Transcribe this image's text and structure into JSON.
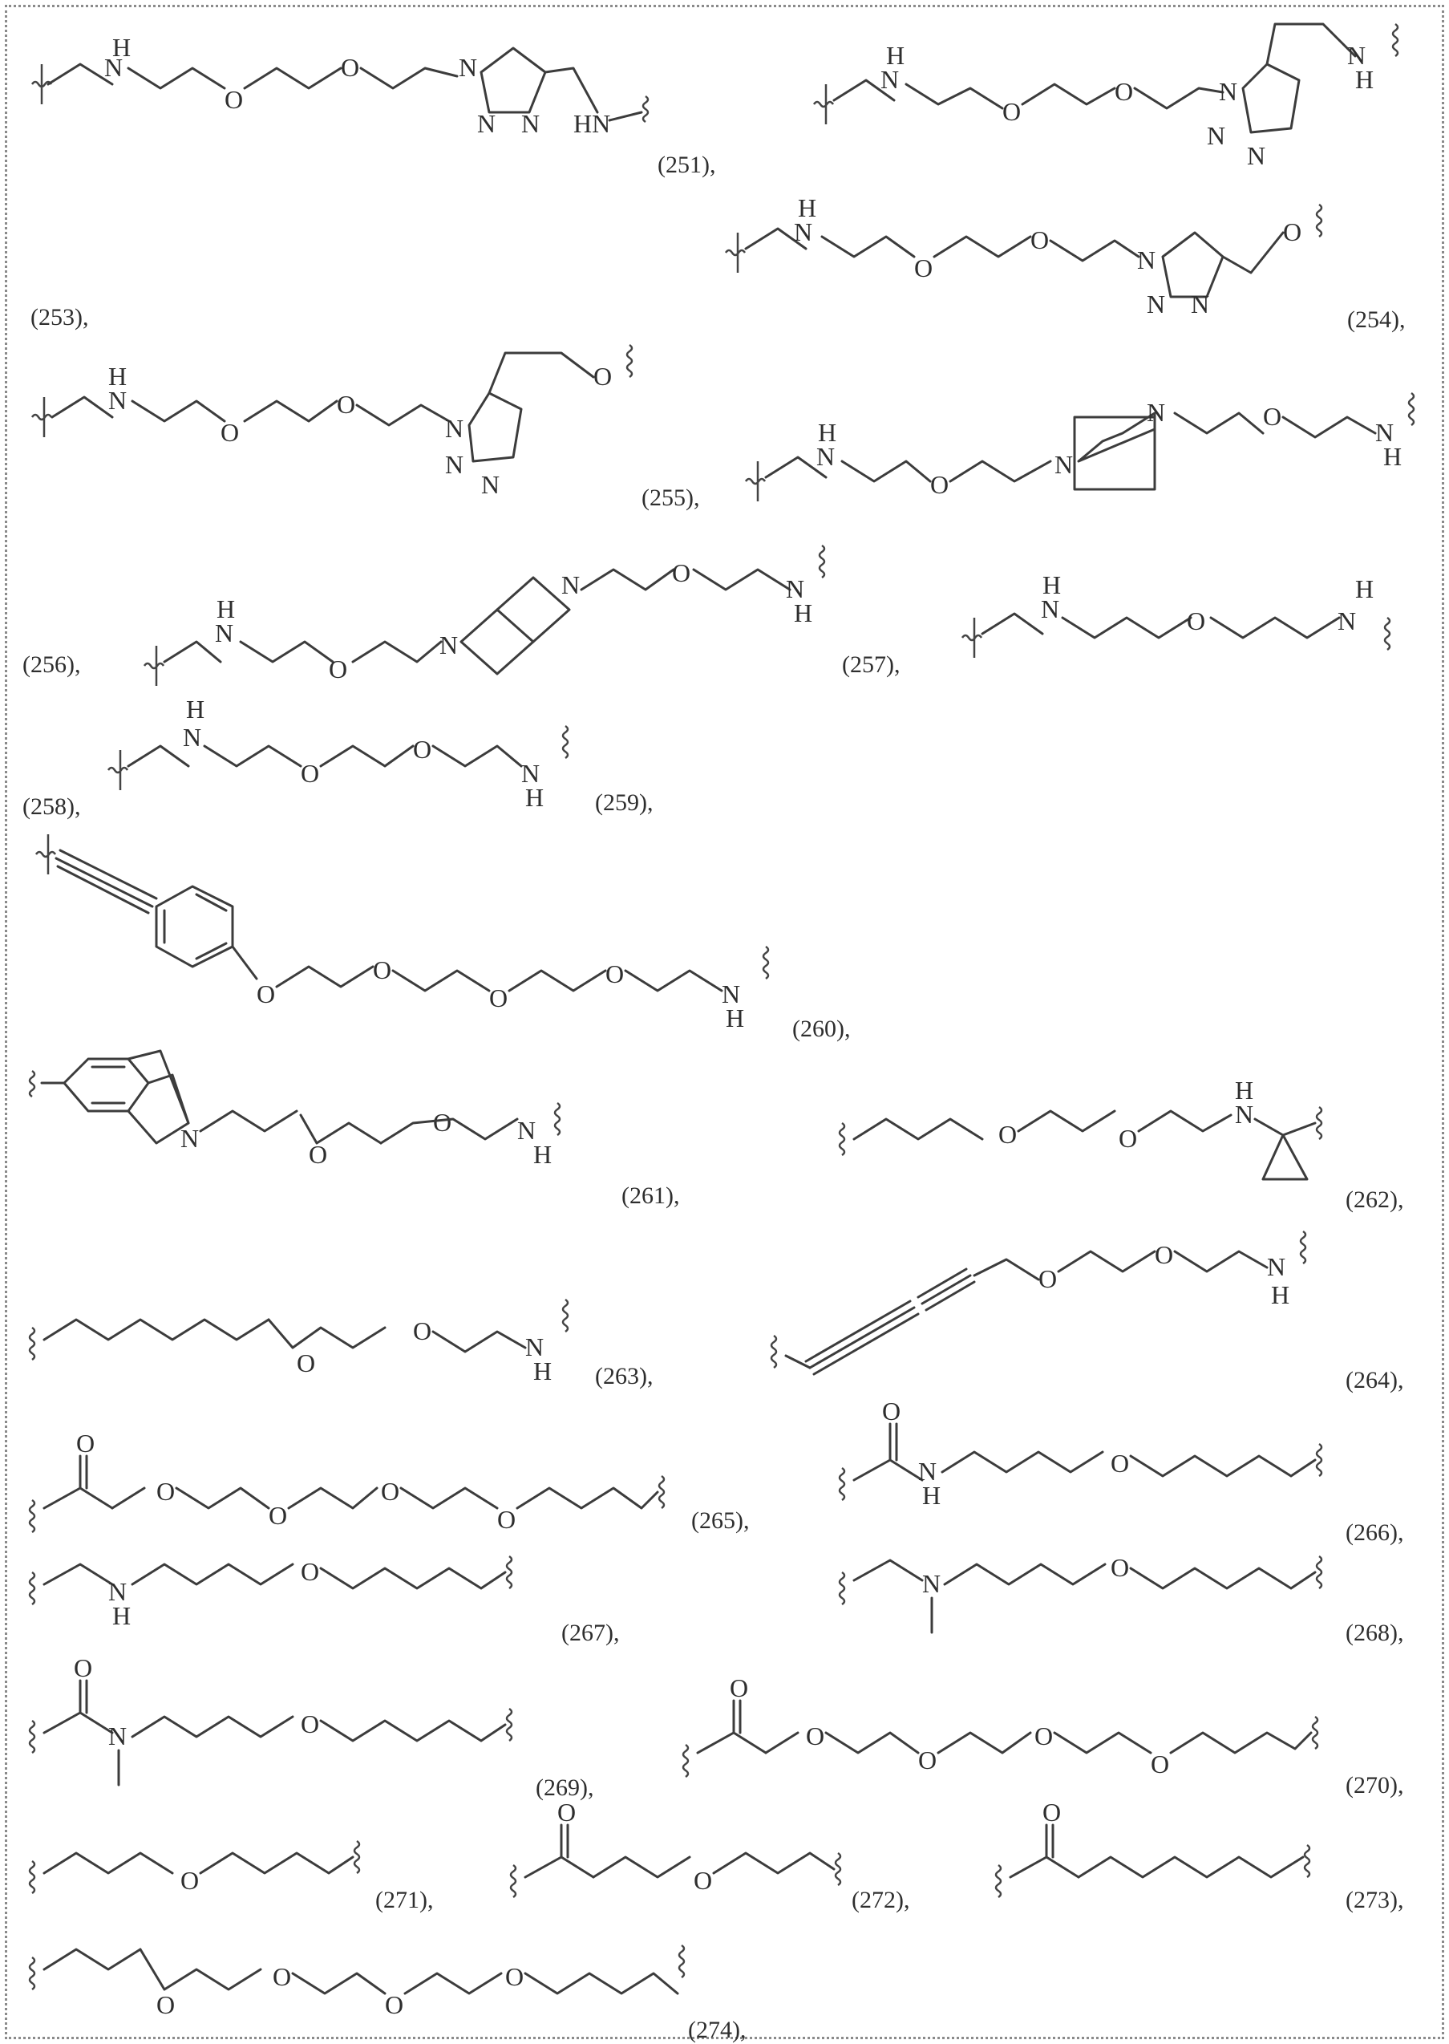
{
  "atoms": {
    "nitrogen": "N",
    "oxygen": "O",
    "hydrogen": "H",
    "amine": "HN"
  },
  "compound_labels": {
    "c251": "(251),",
    "c253": "(253),",
    "c254": "(254),",
    "c255": "(255),",
    "c256": "(256),",
    "c257": "(257),",
    "c258": "(258),",
    "c259": "(259),",
    "c260": "(260),",
    "c261": "(261),",
    "c262": "(262),",
    "c263": "(263),",
    "c264": "(264),",
    "c265": "(265),",
    "c266": "(266),",
    "c267": "(267),",
    "c268": "(268),",
    "c269": "(269),",
    "c270": "(270),",
    "c271": "(271),",
    "c272": "(272),",
    "c273": "(273),",
    "c274": "(274),"
  }
}
